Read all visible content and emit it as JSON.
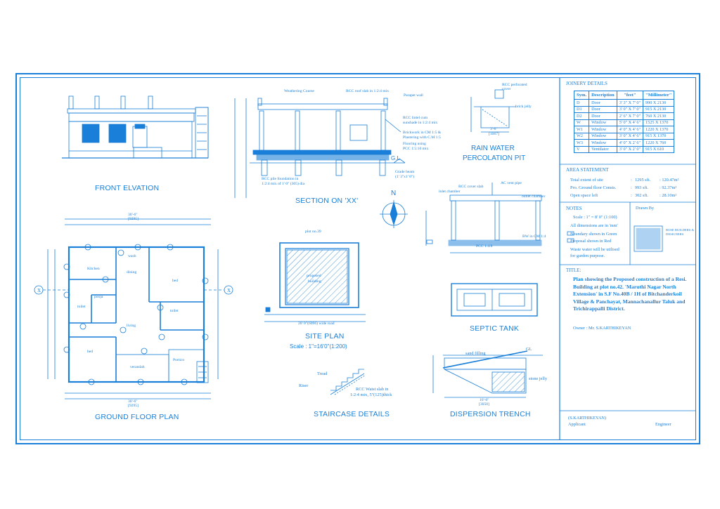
{
  "drawings": {
    "front_elevation": "FRONT ELVATION",
    "section": "SECTION ON  'XX'",
    "rain_pit": "RAIN WATER",
    "rain_pit2": "PERCOLATION PIT",
    "ground_plan": "GROUND FLOOR PLAN",
    "site_plan": "SITE PLAN",
    "site_scale": "Scale : 1\"=16'0\"(1:200)",
    "septic": "SEPTIC TANK",
    "staircase": "STAIRCASE DETAILS",
    "dispersion": "DISPERSION TRENCH",
    "north": "N"
  },
  "section_notes": {
    "weathering": "Weathering Course",
    "roof": "RCC roof slab in 1:2:4 mix",
    "parapet": "Parapet wall",
    "lintel": "RCC lintel cum",
    "sunshade": "sunshade in 1:2:4 mix",
    "brick": "Brickwork in CM 1:5 &",
    "plaster": "Plastering with C.M 1:5",
    "floor": "Flooring using",
    "pcc": "PCC 1:5:10 mix",
    "grade": "Grade beam",
    "grade2": "(1' 3\"x1' 0\")",
    "pile": "RCC pile foundation in",
    "pile2": "1:2:4 mix of 1' 0\" (305) dia",
    "gl": "G.L"
  },
  "pit_notes": {
    "perf": "RCC perforated",
    "cover": "cover",
    "brick": "brick jelly",
    "size": "3'-6\"",
    "size_mm": "[1067]"
  },
  "septic_notes": {
    "cover": "RCC cover slab",
    "vent": "AC vent pipe",
    "inlet": "inlet chamber",
    "outlet": "outlet chamber",
    "pcc": "PCC 1:4:8",
    "bw": "BW in CM 1:4"
  },
  "plan_labels": {
    "wash": "wash",
    "kitchen": "Kitchen",
    "dining": "dining",
    "bed1": "bed",
    "bed2": "bed",
    "pooja": "pooja",
    "toilet1": "toilet",
    "toilet2": "toilet",
    "living": "living",
    "verandah": "verandah",
    "portico": "Portico",
    "top_dim": "30'-6\"",
    "top_mm": "[9295]",
    "bot_dim": "30'-6\"",
    "bot_mm": "[9295]",
    "x": "X"
  },
  "site_labels": {
    "plot": "plot no.39",
    "proposed": "proposed",
    "building": "building",
    "road": "20' 0\"(6096) wide road"
  },
  "stair_labels": {
    "tread": "Tread",
    "riser": "Riser",
    "rcc": "RCC Waist slab in",
    "rcc2": "1:2:4 mix, 5\"(125)thick"
  },
  "trench_labels": {
    "sand": "sand filling",
    "gl": "GL",
    "stone": "stone jelly",
    "dim": "10'-0\"",
    "dim_mm": "[3050]"
  },
  "joinery": {
    "title": "JOINERY DETAILS",
    "headers": [
      "Sym.",
      "Description",
      "\"feet\"",
      "\"Millimeter\""
    ],
    "rows": [
      [
        "D",
        "Door",
        "3' 3\" X 7' 0\"",
        "990 X 2130"
      ],
      [
        "D1",
        "Door",
        "3' 0\" X 7' 0\"",
        "915 X 2130"
      ],
      [
        "D2",
        "Door",
        "2' 6\" X 7' 0\"",
        "760 X 2130"
      ],
      [
        "W",
        "Window",
        "5' 0\" X 4' 6\"",
        "1525 X 1370"
      ],
      [
        "W1",
        "Window",
        "4' 0\" X 4' 6\"",
        "1220 X 1370"
      ],
      [
        "W2",
        "Window",
        "3' 0\" X 4' 6\"",
        "915 X 1370"
      ],
      [
        "W3",
        "Window",
        "4' 0\" X 2' 6\"",
        "1220 X 760"
      ],
      [
        "V",
        "Ventilator",
        "3' 0\" X 2' 0\"",
        "915 X 610"
      ]
    ]
  },
  "area": {
    "title": "AREA STATEMENT",
    "rows": [
      {
        "label": "Total extent of site",
        "sep": ":",
        "sft": "1295 sft.",
        "m2": ": 120.47m²"
      },
      {
        "label": "Pro. Ground floor Consts.",
        "sep": ":",
        "sft": "993 sft.",
        "m2": ": 92.37m²"
      },
      {
        "label": "Open space left",
        "sep": ":",
        "sft": "302 sft.",
        "m2": ": 28.10m²"
      }
    ]
  },
  "notes": {
    "title": "NOTES",
    "scale": "Scale : 1\" = 8' 0\" (1:100)",
    "dims": "All dimensions are in 'mm'",
    "green": "Boundary shown in Green",
    "red": "Proposal shown in Red",
    "waste": "Waste water will be  utilised",
    "waste2": "for garden purpose.",
    "drawn": "Drawn By"
  },
  "logo": {
    "l1": "BOSE BUILDERS &",
    "l2": "DESIGNERS"
  },
  "title_block": {
    "label": "TITLE:",
    "text": "Plan showing the Proposed construction of a Resi. Building at plot no.42. 'Maruthi Nagar North Extension' in S.F No.40B / 1H of Bitchanderkoil Village & Panchayat, Mannachanallur Taluk and Trichirappalli District.",
    "owner": "Owner : Mr. S.KARTHIKEYAN"
  },
  "signature": {
    "name": "(S.KARTHIKEYAN)",
    "applicant": "Applicant",
    "engineer": "Engineer"
  },
  "colors": {
    "ink": "#1a7fd8",
    "bg": "#ffffff"
  }
}
